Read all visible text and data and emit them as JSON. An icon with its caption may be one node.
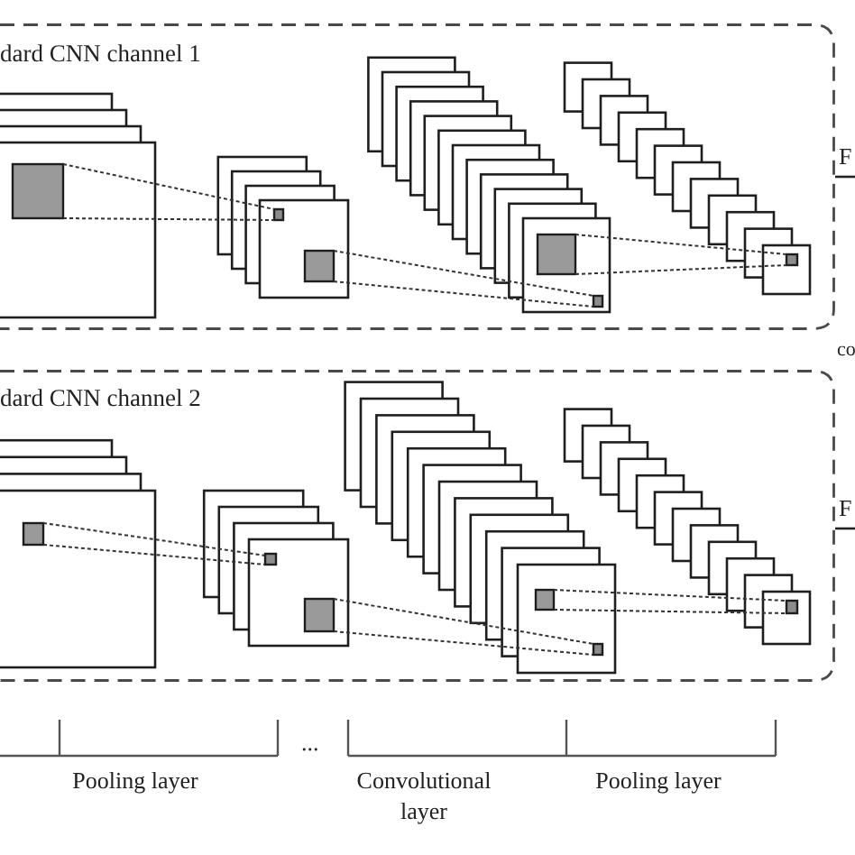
{
  "diagram": {
    "nodes": [
      {
        "text": [
          "dard CNN channel 1"
        ]
      },
      {
        "text": [
          "dard CNN channel 2"
        ]
      }
    ],
    "edges": [
      {
        "from": 0,
        "to": null,
        "arrow": "none",
        "label": "F"
      },
      {
        "from": 1,
        "to": null,
        "arrow": "none",
        "label": "F"
      }
    ],
    "labels": [
      "co",
      "Pooling layer",
      "...",
      "Convolutional layer",
      "Pooling layer"
    ]
  }
}
